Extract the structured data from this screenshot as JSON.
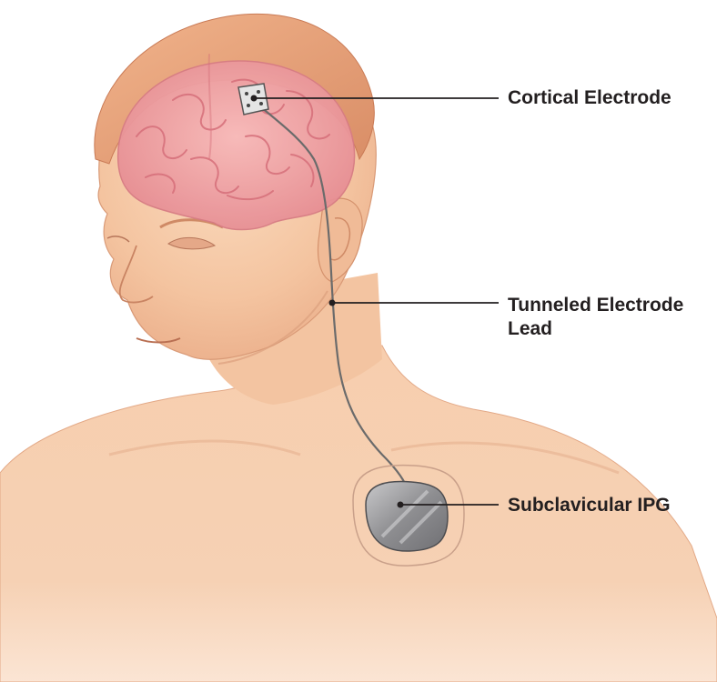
{
  "labels": {
    "cortical_electrode": "Cortical Electrode",
    "tunneled_lead_line1": "Tunneled Electrode",
    "tunneled_lead_line2": "Lead",
    "subclavicular_ipg": "Subclavicular IPG"
  },
  "colors": {
    "skin": "#f6c9a6",
    "skin_shadow": "#e8a985",
    "hair": "#e9a27a",
    "brain": "#f0a3a6",
    "brain_fold": "#d9777f",
    "device": "#9a9a9c",
    "lead_wire": "#6b6b6b",
    "callout_line": "#231f20",
    "text": "#231f20"
  }
}
